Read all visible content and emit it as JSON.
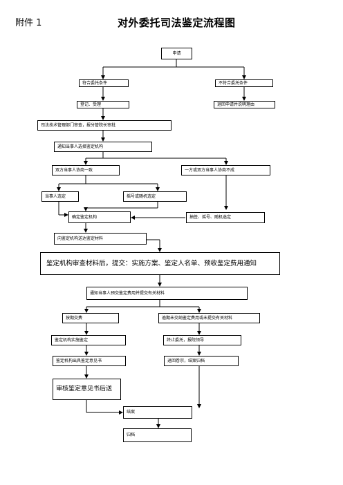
{
  "header": {
    "annex": "附件 1",
    "title": "对外委托司法鉴定流程图"
  },
  "nodes": {
    "application": "申请",
    "meets": "符合委托条件",
    "not_meets": "不符合委托条件",
    "register": "登记、受理",
    "return_reason": "退回申请并说明理由",
    "transfer": "司法技术管理部门审查，报分管院长审批",
    "notify_select": "通知当事人选择鉴定机构",
    "reach_agreement": "双方当事人协商一致",
    "no_agreement": "一方或双方当事人协商不成",
    "designated_by_parties": "当事人选定",
    "random_selection": "摇号或随机选定",
    "confirm_agency": "确定鉴定机构",
    "lottery": "抽签、摇号、随机选定",
    "send_materials": "向鉴定机构送达鉴定材料",
    "review_submit": "鉴定机构审查材料后，提交：实施方案、鉴定人名单、预收鉴定费用通知",
    "notify_pay": "通知当事人预交鉴定费用并提交有关材料",
    "pay_on_time": "按期交费",
    "not_pay_on_time": "逾期未交纳鉴定费用或未提交有关材料",
    "agency_implement": "鉴定机构实施鉴定",
    "terminate": "终止委托，报院领导",
    "agency_issue": "鉴定机构出具鉴定意见书",
    "return_file": "退回卷宗，结案归档",
    "review_opinion": "审核鉴定意见书后送",
    "close_case": "结案",
    "archive": "归档"
  }
}
